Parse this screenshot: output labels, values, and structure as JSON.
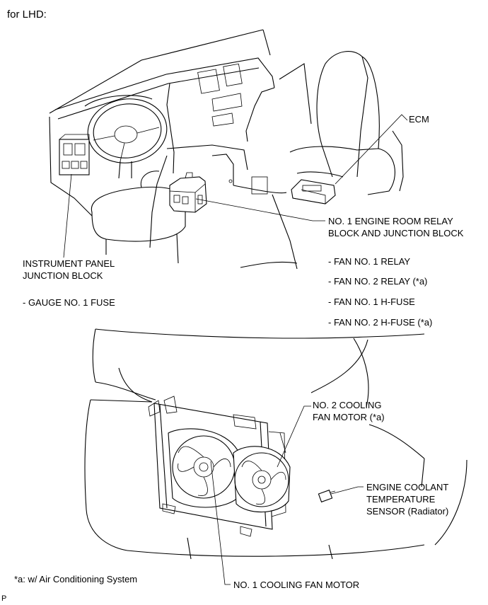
{
  "header": "for LHD:",
  "labels": {
    "ecm": "ECM",
    "relay_block_1": "NO. 1 ENGINE ROOM RELAY",
    "relay_block_2": "BLOCK AND JUNCTION BLOCK",
    "ip_jb_1": "INSTRUMENT PANEL",
    "ip_jb_2": "JUNCTION BLOCK",
    "gauge_fuse": "- GAUGE NO. 1 FUSE",
    "fan1_relay": "- FAN NO. 1 RELAY",
    "fan2_relay": "- FAN NO. 2 RELAY (*a)",
    "fan1_hfuse": "- FAN NO. 1 H-FUSE",
    "fan2_hfuse": "- FAN NO. 2 H-FUSE (*a)",
    "fan2_motor_1": "NO. 2 COOLING",
    "fan2_motor_2": "FAN MOTOR (*a)",
    "ect_1": "ENGINE COOLANT",
    "ect_2": "TEMPERATURE",
    "ect_3": "SENSOR (Radiator)",
    "footnote": "*a: w/ Air Conditioning System",
    "fan1_motor": "NO. 1 COOLING FAN MOTOR",
    "corner_mark": "P"
  }
}
